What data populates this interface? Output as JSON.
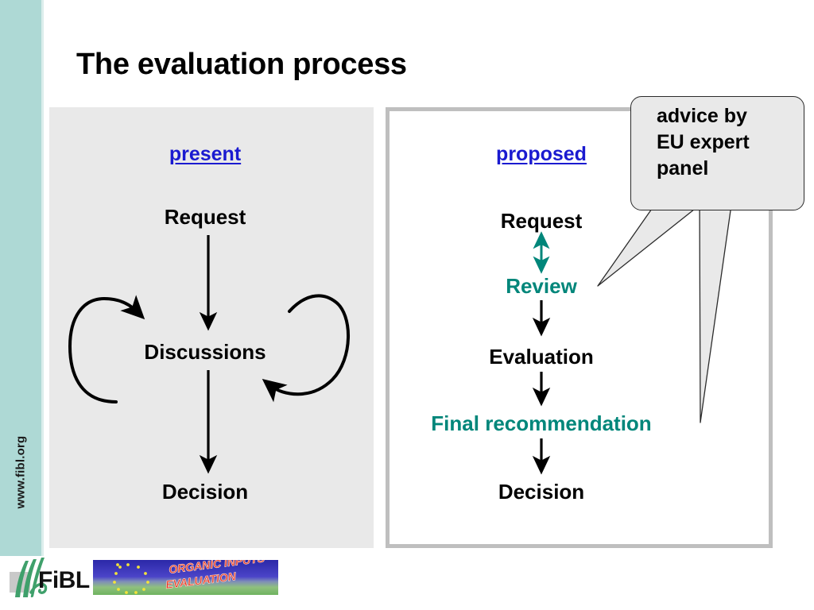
{
  "slide": {
    "title": "The evaluation process",
    "sidebar_url": "www.fibl.org"
  },
  "present_panel": {
    "heading": "present",
    "nodes": [
      {
        "label": "Request"
      },
      {
        "label": "Discussions"
      },
      {
        "label": "Decision"
      }
    ],
    "loop_arrows": [
      "left-cycle-arrow",
      "right-cycle-arrow"
    ]
  },
  "proposed_panel": {
    "heading": "proposed",
    "nodes": [
      {
        "label": "Request",
        "color": "black"
      },
      {
        "label": "Review",
        "color": "teal"
      },
      {
        "label": "Evaluation",
        "color": "black"
      },
      {
        "label": "Final recommendation",
        "color": "teal"
      },
      {
        "label": "Decision",
        "color": "black"
      }
    ]
  },
  "callout": {
    "line1": "advice by",
    "line2": "EU expert",
    "line3": "panel",
    "points_to": [
      "Review",
      "Final recommendation"
    ]
  },
  "footer": {
    "fibl_logo_text": "FiBL",
    "banner_line1": "ORGANIC INPUTS",
    "banner_line2": "EVALUATION"
  },
  "colors": {
    "sidebar_teal": "#aed9d5",
    "panel_gray": "#e9e9e9",
    "panel_border": "#bfbfbf",
    "link_blue": "#1a1ad0",
    "accent_teal": "#00867a",
    "banner_red": "#e83423",
    "logo_green": "#3fa06b"
  }
}
